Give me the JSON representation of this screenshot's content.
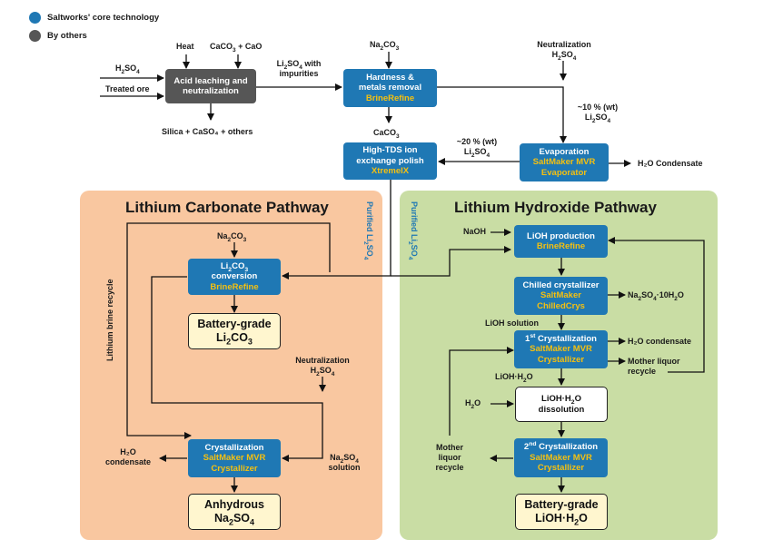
{
  "legend": {
    "core": {
      "label": "Saltworks' core technology",
      "color": "#1f78b4"
    },
    "other": {
      "label": "By others",
      "color": "#565656"
    }
  },
  "colors": {
    "core_box": "#1f78b4",
    "other_box": "#565656",
    "brand_text": "#f5c010",
    "carbonate_panel": "#f9c7a0",
    "hydroxide_panel": "#c9dda4",
    "product_box": "#fff6cf"
  },
  "pathways": {
    "carbonate_title": "Lithium Carbonate Pathway",
    "hydroxide_title": "Lithium Hydroxide Pathway"
  },
  "boxes": {
    "acid_leaching": {
      "line1": "Acid leaching and",
      "line2": "neutralization"
    },
    "hardness": {
      "line1": "Hardness &",
      "line2": "metals removal",
      "sub": "BrineRefine"
    },
    "high_tds": {
      "line1": "High-TDS ion",
      "line2": "exchange polish",
      "sub": "XtremelX"
    },
    "evaporation": {
      "line1": "Evaporation",
      "sub1": "SaltMaker MVR",
      "sub2": "Evaporator"
    },
    "li2co3_conv": {
      "line2": "conversion",
      "sub": "BrineRefine"
    },
    "battery_li2co3": {
      "line1": "Battery-grade"
    },
    "crystallization_c": {
      "line1": "Crystallization",
      "sub1": "SaltMaker MVR",
      "sub2": "Crystallizer"
    },
    "anhydrous": {
      "line1": "Anhydrous"
    },
    "lioh_prod": {
      "line1": "LiOH production",
      "sub": "BrineRefine"
    },
    "chilled": {
      "line1": "Chilled crystallizer",
      "sub1": "SaltMaker",
      "sub2": "ChilledCrys"
    },
    "first_cryst": {
      "line1_tail": " Crystallization",
      "sub1": "SaltMaker MVR",
      "sub2": "Crystallizer"
    },
    "lioh_dissolution": {
      "line2": "dissolution"
    },
    "second_cryst": {
      "line1_tail": " Crystallization",
      "sub1": "SaltMaker MVR",
      "sub2": "Crystallizer"
    },
    "battery_lioh": {
      "line1": "Battery-grade"
    }
  },
  "labels": {
    "heat": "Heat",
    "treated_ore": "Treated ore",
    "silica_caso4": "Silica + CaSO₄ + others",
    "li2so4_with": "Li₂SO₄ with",
    "impurities": "impurities",
    "neutralization_top": "Neutralization",
    "pct10": "~10 % (wt)",
    "pct20": "~20 % (wt)",
    "h2o_condensate_evap": "H₂O Condensate",
    "lithium_brine_recycle": "Lithium brine recycle",
    "neutralization_c": "Neutralization",
    "h2o_condensate_c1": "H₂O",
    "h2o_condensate_c2": "condensate",
    "na2so4_solution_2": "solution",
    "naoh": "NaOH",
    "lioh_solution": "LiOH solution",
    "h2o_condensate_h": "H₂O condensate",
    "mother_liquor_r1": "Mother liquor",
    "mother_liquor_r2": "recycle",
    "mother_liquor_l1": "Mother",
    "mother_liquor_l2": "liquor",
    "mother_liquor_l3": "recycle"
  }
}
